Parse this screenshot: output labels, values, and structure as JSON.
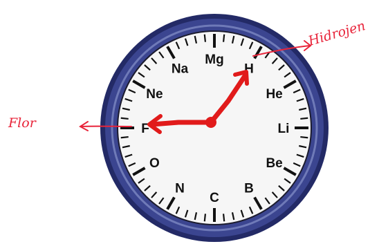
{
  "clock": {
    "hour_labels": [
      "Mg",
      "H",
      "He",
      "Li",
      "Be",
      "B",
      "C",
      "N",
      "O",
      "F",
      "Ne",
      "Na"
    ],
    "hour_hand_points_to": "H",
    "minute_hand_points_to": "F"
  },
  "annotations": {
    "hydrogen_note": "Hidrojen",
    "fluorine_note": "Flor"
  },
  "colors": {
    "rim_dark": "#232a66",
    "rim": "#3b4590",
    "rim_light": "#6f7ab8",
    "face": "#f6f6f6",
    "tick": "#111111",
    "hands": "#e11b1b",
    "annotation": "#e8243a"
  }
}
